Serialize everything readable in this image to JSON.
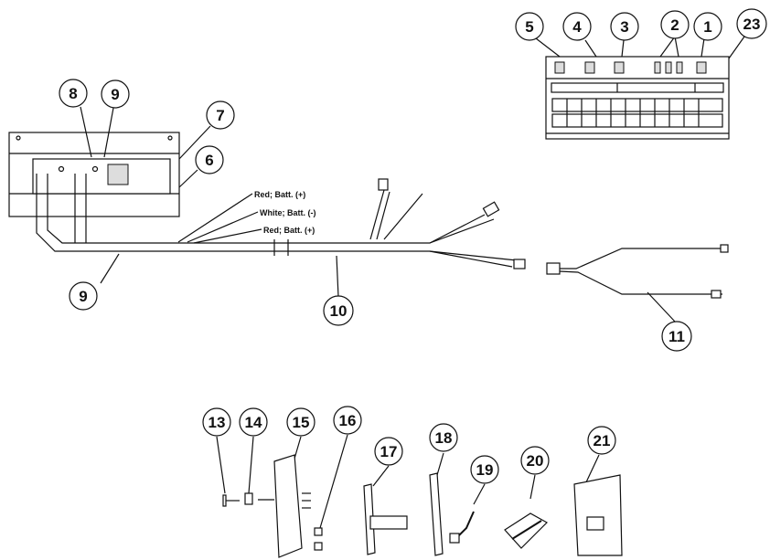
{
  "callouts": {
    "c1": "1",
    "c2": "2",
    "c3": "3",
    "c4": "4",
    "c5": "5",
    "c6": "6",
    "c7": "7",
    "c8": "8",
    "c9a": "9",
    "c9b": "9",
    "c10": "10",
    "c11": "11",
    "c13": "13",
    "c14": "14",
    "c15": "15",
    "c16": "16",
    "c17": "17",
    "c18": "18",
    "c19": "19",
    "c20": "20",
    "c21": "21",
    "c23": "23"
  },
  "wire_labels": {
    "red_top": "Red; Batt. (+)",
    "white": "White; Batt. (-)",
    "red_bottom": "Red; Batt. (+)"
  }
}
